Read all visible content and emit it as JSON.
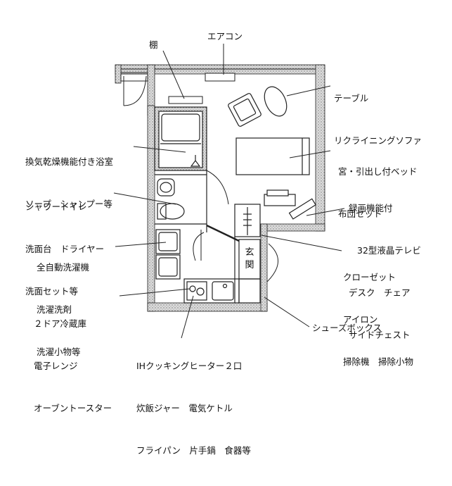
{
  "labels": {
    "tana": "棚",
    "aircon": "エアコン",
    "table_sofa": [
      "テーブル",
      "リクライニングソファ"
    ],
    "bath": [
      "換気乾燥機能付き浴室",
      "ソープ　シャンプー等"
    ],
    "bed": [
      "宮・引出し付ベッド",
      "布団セット"
    ],
    "toilet": [
      "シャワートイレ",
      "洗面台　ドライヤー",
      "洗面セット等"
    ],
    "tv_desk": [
      "録画機能付",
      "32型液晶テレビ",
      "デスク　チェア",
      "サイドチェスト"
    ],
    "washer": [
      "全自動洗濯機",
      "洗濯洗剤",
      "洗濯小物等"
    ],
    "closet": [
      "クローゼット",
      "アイロン",
      "掃除機　掃除小物"
    ],
    "fridge": [
      "２ドア冷蔵庫",
      "電子レンジ",
      "オーブントースター"
    ],
    "shoebox": "シューズボックス",
    "kitchen": [
      "IHクッキングヒーター２口",
      "炊飯ジャー　電気ケトル",
      "フライパン　片手鍋　食器等"
    ],
    "genkan": "玄関"
  }
}
